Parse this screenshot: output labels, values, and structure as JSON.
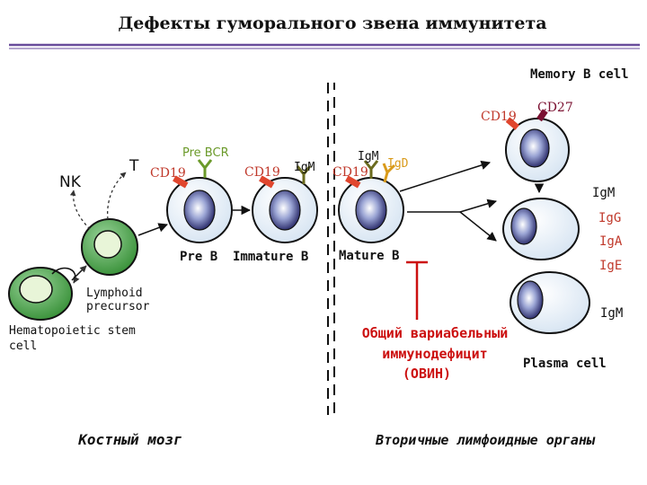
{
  "title": "Дефекты гуморального звена иммунитета",
  "labels": {
    "memory_b_cell": "Memory B cell",
    "cd27": "CD27",
    "cd19_memory": "CD19",
    "pre_bcr": "Pre BCR",
    "t": "T",
    "nk": "NK",
    "cd19_preb": "CD19",
    "cd19_immature": "CD19",
    "igm_immature": "IgM",
    "igm_mature": "IgM",
    "igd_mature": "IgD",
    "cd19_mature": "CD19",
    "pre_b": "Pre B",
    "immature_b": "Immature B",
    "mature_b": "Mature B",
    "lymphoid_precursor_1": "Lymphoid",
    "lymphoid_precursor_2": "precursor",
    "hsc_1": "Hematopoietic stem",
    "hsc_2": "cell",
    "ig_m_top": "IgM",
    "ig_g": "IgG",
    "ig_a": "IgA",
    "ig_e": "IgE",
    "ig_m_bottom": "IgM",
    "cvid_1": "Общий вариабельный",
    "cvid_2": "иммунодефицит",
    "cvid_3": "(ОВИН)",
    "plasma_cell": "Plasma cell",
    "bone_marrow": "Костный мозг",
    "secondary_organs": "Вторичные лимфоидные органы"
  },
  "colors": {
    "title_rule": "#6a4e9c",
    "cell_fill": "#dfeaf5",
    "nucleus_dark": "#2a2a6a",
    "stem_green": "#3f9a3f",
    "cvid_red": "#cc1010",
    "cd19_tab": "#e0462e",
    "igm_olive": "#6b6b1e",
    "igd_orange": "#d99a1a",
    "pre_bcr_green": "#6b9a2a",
    "cd27_maroon": "#7a1030"
  }
}
